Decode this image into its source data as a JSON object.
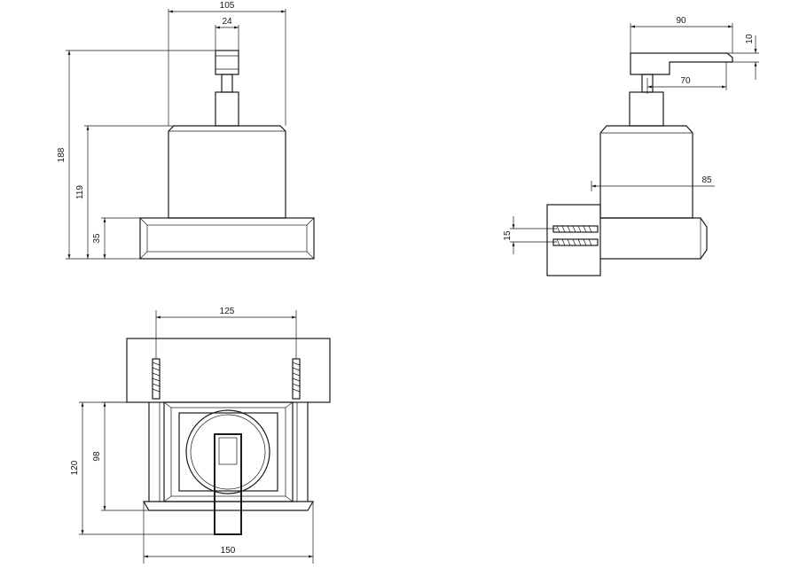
{
  "dimensions": {
    "front_width": "105",
    "front_pump_width": "24",
    "front_total_height": "188",
    "front_container_height": "119",
    "front_base_height": "35",
    "side_lever_length": "90",
    "side_lever_thickness": "10",
    "side_lever_inner": "70",
    "side_depth": "85",
    "side_screw_spacing": "15",
    "top_screw_spacing": "125",
    "top_depth": "120",
    "top_inner_depth": "98",
    "top_width": "150"
  }
}
